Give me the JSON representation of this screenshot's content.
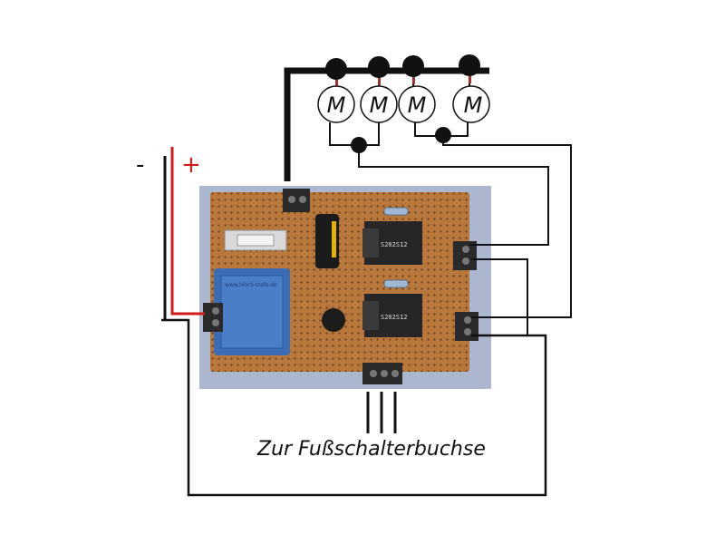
{
  "diagram": {
    "motors": [
      {
        "label": "M"
      },
      {
        "label": "M"
      },
      {
        "label": "M"
      },
      {
        "label": "M"
      }
    ],
    "polarity": {
      "minus": "-",
      "plus": "+"
    },
    "caption": "Zur Fußschalterbuchse",
    "relay_marking": "S202S12",
    "transformer_marking": "www.block-trafo.de",
    "colors": {
      "wire": "#111111",
      "positive_wire": "#d11a1a",
      "board": "#b8783c",
      "transformer": "#3a6db5",
      "background": "#ffffff"
    }
  }
}
